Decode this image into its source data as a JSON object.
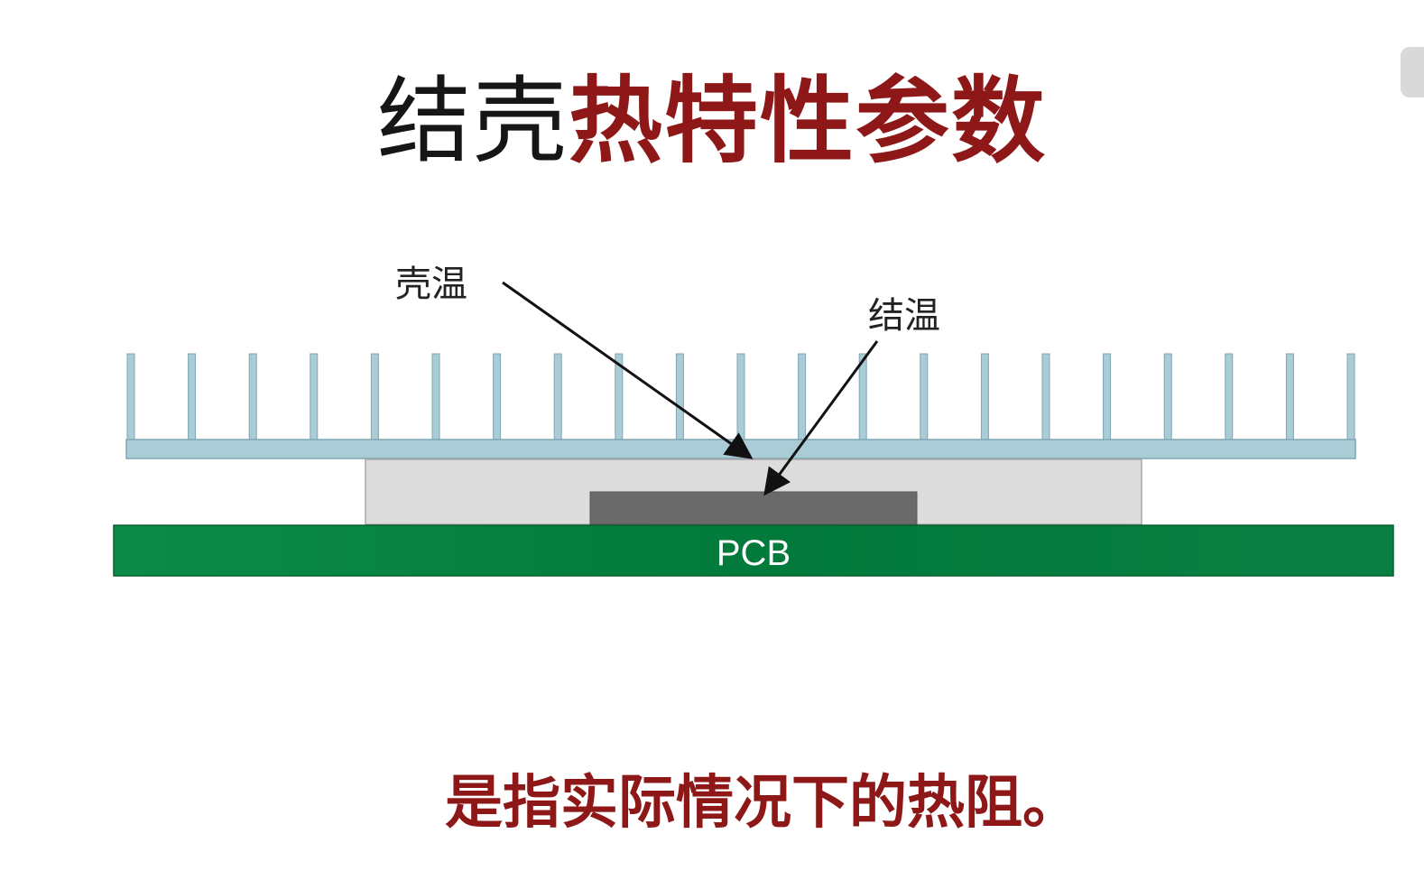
{
  "title": {
    "part_plain": "结壳",
    "part_emph": "热特性参数"
  },
  "diagram": {
    "label_case_temp": "壳温",
    "label_junction_temp": "结温",
    "pcb_label": "PCB",
    "colors": {
      "heatsink": "#a9ccd6",
      "heatsink_stroke": "#7fa6b2",
      "package": "#dcdcdc",
      "package_stroke": "#a9a9a9",
      "die": "#6a6a6a",
      "pcb": "#037a3a",
      "pcb_text": "#ffffff",
      "arrow": "#111111"
    }
  },
  "caption": "是指实际情况下的热阻。"
}
